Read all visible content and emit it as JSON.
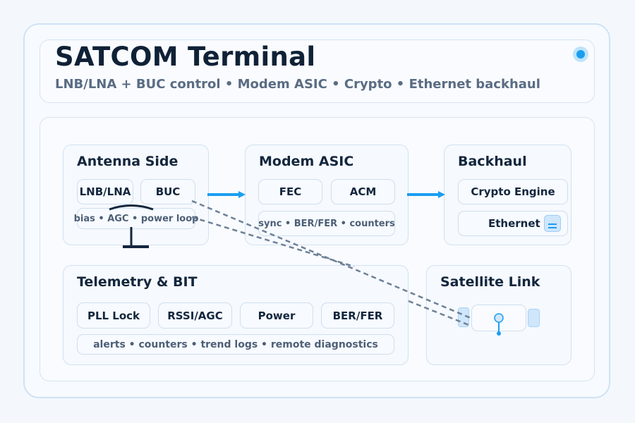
{
  "header": {
    "title": "SATCOM Terminal",
    "subtitle": "LNB/LNA + BUC control • Modem ASIC • Crypto • Ethernet backhaul"
  },
  "antenna": {
    "title": "Antenna Side",
    "chips": [
      "LNB/LNA",
      "BUC"
    ],
    "note": "bias • AGC • power loop"
  },
  "modem": {
    "title": "Modem ASIC",
    "chips": [
      "FEC",
      "ACM"
    ],
    "note": "sync • BER/FER • counters"
  },
  "backhaul": {
    "title": "Backhaul",
    "crypto": "Crypto Engine",
    "ethernet": "Ethernet"
  },
  "telemetry": {
    "title": "Telemetry & BIT",
    "chips": [
      "PLL Lock",
      "RSSI/AGC",
      "Power",
      "BER/FER"
    ],
    "note": "alerts • counters • trend logs • remote diagnostics"
  },
  "satellite": {
    "title": "Satellite Link"
  },
  "colors": {
    "accent": "#1a9ef0",
    "dashed_link": "#6e8196",
    "panel_border": "#d2e2f2"
  },
  "icons": [
    "status-dot-icon",
    "antenna-dish-icon",
    "ethernet-port-icon",
    "satellite-link-icon"
  ]
}
